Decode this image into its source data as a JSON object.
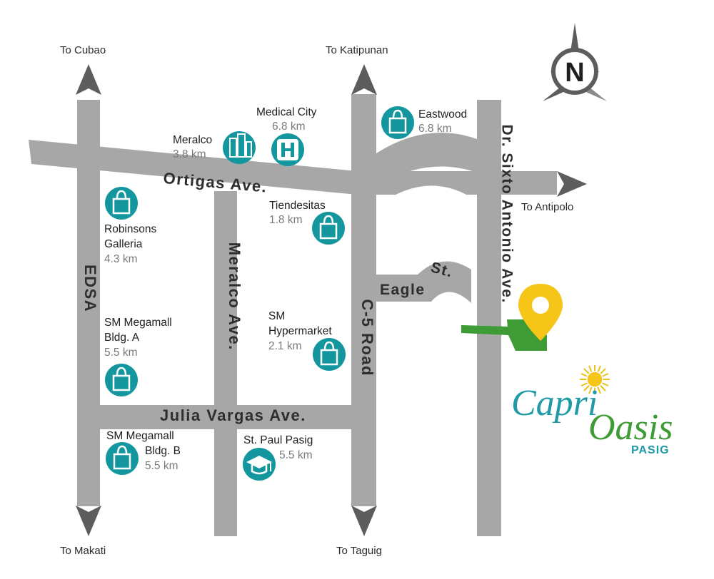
{
  "compass": {
    "letter": "N",
    "icon": "north-compass-icon"
  },
  "directions": {
    "cubao": "To Cubao",
    "katipunan": "To Katipunan",
    "antipolo": "To Antipolo",
    "makati": "To Makati",
    "taguig": "To Taguig"
  },
  "roads": {
    "ortigas": "Ortigas Ave.",
    "edsa": "EDSA",
    "meralco_ave": "Meralco Ave.",
    "c5": "C-5 Road",
    "julia_vargas": "Julia Vargas Ave.",
    "eagle": "Eagle",
    "eagle_st": "St.",
    "sixto": "Dr. Sixto Antonio Ave."
  },
  "places": {
    "meralco": {
      "name": "Meralco",
      "distance": "3.8 km",
      "icon": "office-building-icon"
    },
    "medical_city": {
      "name": "Medical City",
      "distance": "6.8 km",
      "icon": "hospital-icon"
    },
    "eastwood": {
      "name": "Eastwood",
      "distance": "6.8 km",
      "icon": "shopping-bag-icon"
    },
    "robinsons": {
      "name1": "Robinsons",
      "name2": "Galleria",
      "distance": "4.3 km",
      "icon": "shopping-bag-icon"
    },
    "tiendesitas": {
      "name": "Tiendesitas",
      "distance": "1.8 km",
      "icon": "shopping-bag-icon"
    },
    "sm_megamall_a": {
      "name1": "SM Megamall",
      "name2": "Bldg. A",
      "distance": "5.5 km",
      "icon": "shopping-bag-icon"
    },
    "sm_hypermarket": {
      "name1": "SM",
      "name2": "Hypermarket",
      "distance": "2.1 km",
      "icon": "shopping-bag-icon"
    },
    "sm_megamall_b": {
      "name1": "SM Megamall",
      "name2": "Bldg. B",
      "distance": "5.5 km",
      "icon": "shopping-bag-icon"
    },
    "st_paul": {
      "name": "St. Paul Pasig",
      "distance": "5.5 km",
      "icon": "graduation-cap-icon"
    }
  },
  "brand": {
    "word1": "Capri",
    "word2": "Oasis",
    "word3": "PASIG"
  },
  "colors": {
    "road": "#a7a7a7",
    "arrow": "#5d5d5d",
    "teal": "#14969f",
    "pin": "#f5c518",
    "site": "#3f9b35",
    "brand_teal": "#1f9aa6",
    "brand_green": "#3f9b35"
  }
}
